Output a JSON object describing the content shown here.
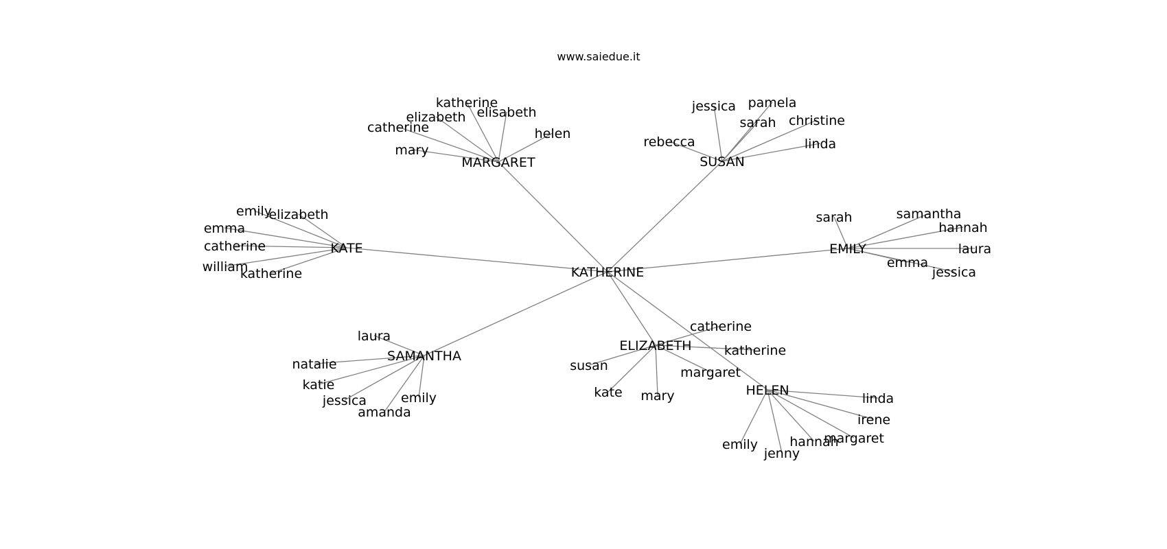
{
  "header": {
    "site": "www.saiedue.it"
  },
  "colors": {
    "edge": "#808080",
    "text": "#000000",
    "background": "#ffffff"
  },
  "graph": {
    "root": "KATHERINE",
    "groups": [
      {
        "name": "MARGARET",
        "children": [
          "katherine",
          "elizabeth",
          "elisabeth",
          "catherine",
          "helen",
          "mary"
        ]
      },
      {
        "name": "SUSAN",
        "children": [
          "jessica",
          "pamela",
          "sarah",
          "christine",
          "rebecca",
          "linda"
        ]
      },
      {
        "name": "KATE",
        "children": [
          "emily",
          "elizabeth",
          "emma",
          "catherine",
          "william",
          "katherine"
        ]
      },
      {
        "name": "EMILY",
        "children": [
          "sarah",
          "samantha",
          "hannah",
          "laura",
          "emma",
          "jessica"
        ]
      },
      {
        "name": "SAMANTHA",
        "children": [
          "laura",
          "natalie",
          "katie",
          "jessica",
          "emily",
          "amanda"
        ]
      },
      {
        "name": "ELIZABETH",
        "children": [
          "catherine",
          "katherine",
          "susan",
          "margaret",
          "kate",
          "mary"
        ]
      },
      {
        "name": "HELEN",
        "children": [
          "linda",
          "irene",
          "margaret",
          "hannah",
          "emily",
          "jenny"
        ]
      }
    ]
  }
}
